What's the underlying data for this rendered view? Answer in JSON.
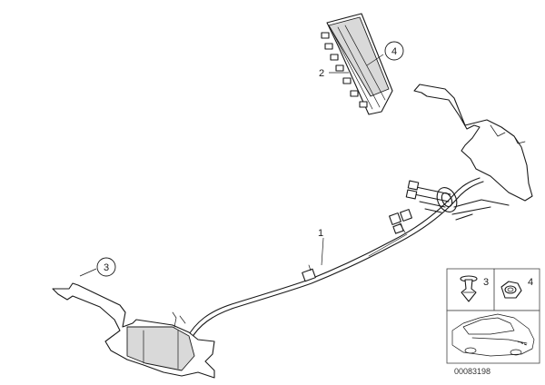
{
  "callouts": {
    "harness_number": "1",
    "connector_number": "2",
    "circle_left_number": "3",
    "circle_top_number": "4"
  },
  "inset": {
    "clip_number": "3",
    "nut_number": "4"
  },
  "reference_code": "00083198"
}
